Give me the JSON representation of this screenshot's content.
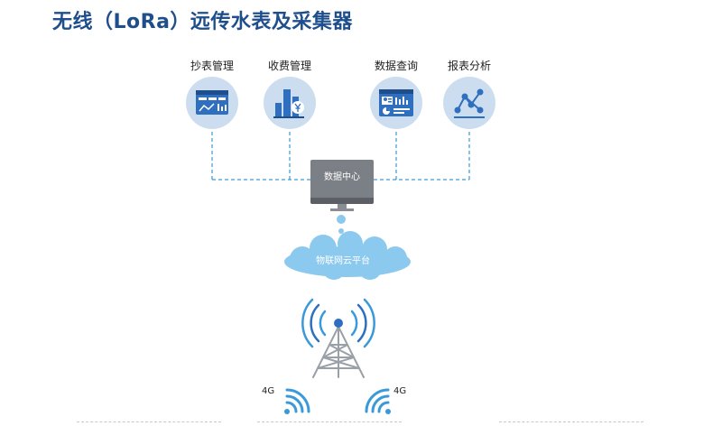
{
  "title": "无线（LoRa）远传水表及采集器",
  "modules": [
    {
      "label": "抄表管理",
      "icon": "meter-reading-dashboard-icon"
    },
    {
      "label": "收费管理",
      "icon": "billing-bar-chart-icon"
    },
    {
      "label": "数据查询",
      "icon": "data-query-dashboard-icon"
    },
    {
      "label": "报表分析",
      "icon": "report-analysis-network-icon"
    }
  ],
  "data_center": {
    "label": "数据中心",
    "icon": "monitor-icon"
  },
  "cloud": {
    "label": "物联网云平台",
    "icon": "cloud-icon"
  },
  "tower": {
    "icon": "signal-tower-icon"
  },
  "signals": [
    {
      "label": "4G",
      "icon": "wireless-signal-left-icon"
    },
    {
      "label": "4G",
      "icon": "wireless-signal-right-icon"
    }
  ],
  "colors": {
    "title": "#1f4e8c",
    "icon_circle": "#cdddf0",
    "icon_primary": "#2f6fbf",
    "connector": "#3a9ad9",
    "cloud": "#8cc9ee",
    "monitor": "#7b7f86"
  }
}
